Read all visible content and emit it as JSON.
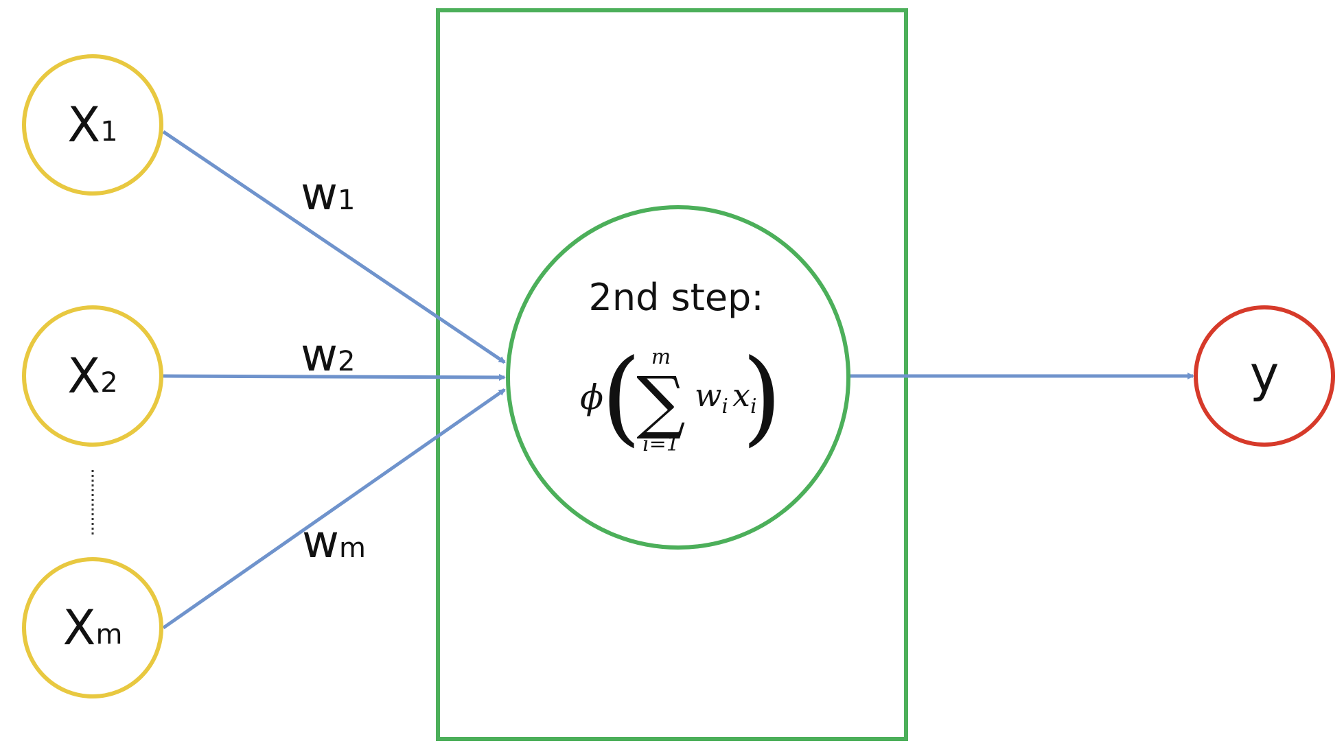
{
  "colors": {
    "input_node": "#e8c840",
    "output_node": "#d63a2a",
    "neuron": "#4caf5a",
    "frame": "#4caf5a",
    "connection": "#6f93cc",
    "text": "#111111"
  },
  "inputs": [
    {
      "main": "X",
      "sub": "1"
    },
    {
      "main": "X",
      "sub": "2"
    },
    {
      "main": "X",
      "sub": "m"
    }
  ],
  "weights": [
    {
      "main": "w",
      "sub": "1"
    },
    {
      "main": "w",
      "sub": "2"
    },
    {
      "main": "w",
      "sub": "m"
    }
  ],
  "neuron": {
    "title": "2nd step:",
    "formula": {
      "phi": "ϕ",
      "open_paren": "(",
      "close_paren": ")",
      "sigma": "∑",
      "upper": "m",
      "lower": "i=1",
      "w": "w",
      "w_sub": "i",
      "x": "x",
      "x_sub": "i"
    }
  },
  "output": {
    "label": "y"
  }
}
